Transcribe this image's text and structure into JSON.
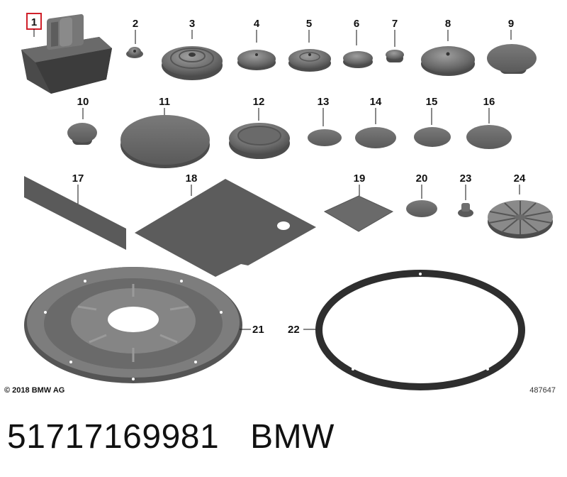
{
  "diagram": {
    "highlighted_item": "1",
    "colors": {
      "part": "#6e6e6e",
      "part_dark": "#4a4a4a",
      "part_light": "#9c9c9c",
      "highlight": "#d0202a"
    },
    "items": [
      {
        "number": "1",
        "icon": "jack-pad-icon"
      },
      {
        "number": "2",
        "icon": "small-plug-icon"
      },
      {
        "number": "3",
        "icon": "large-ribbed-grommet-icon"
      },
      {
        "number": "4",
        "icon": "domed-grommet-icon"
      },
      {
        "number": "5",
        "icon": "domed-grommet-icon"
      },
      {
        "number": "6",
        "icon": "flat-grommet-icon"
      },
      {
        "number": "7",
        "icon": "small-plug-icon"
      },
      {
        "number": "8",
        "icon": "large-domed-grommet-icon"
      },
      {
        "number": "9",
        "icon": "cap-plug-icon"
      },
      {
        "number": "10",
        "icon": "cap-plug-icon"
      },
      {
        "number": "11",
        "icon": "round-disc-plug-icon"
      },
      {
        "number": "12",
        "icon": "ring-grommet-icon"
      },
      {
        "number": "13",
        "icon": "flat-pad-icon"
      },
      {
        "number": "14",
        "icon": "flat-pad-icon"
      },
      {
        "number": "15",
        "icon": "flat-pad-icon"
      },
      {
        "number": "16",
        "icon": "flat-pad-icon"
      },
      {
        "number": "17",
        "icon": "adhesive-strip-icon"
      },
      {
        "number": "18",
        "icon": "sealing-sheet-icon"
      },
      {
        "number": "19",
        "icon": "square-pad-icon"
      },
      {
        "number": "20",
        "icon": "flat-pad-icon"
      },
      {
        "number": "23",
        "icon": "small-plug-icon"
      },
      {
        "number": "24",
        "icon": "ribbed-cover-icon"
      },
      {
        "number": "21",
        "icon": "large-cover-plate-icon"
      },
      {
        "number": "22",
        "icon": "sealing-ring-icon"
      }
    ],
    "copyright": "© 2018 BMW AG",
    "diagram_code": "487647"
  },
  "caption": {
    "part_number": "51717169981",
    "brand": "BMW"
  }
}
